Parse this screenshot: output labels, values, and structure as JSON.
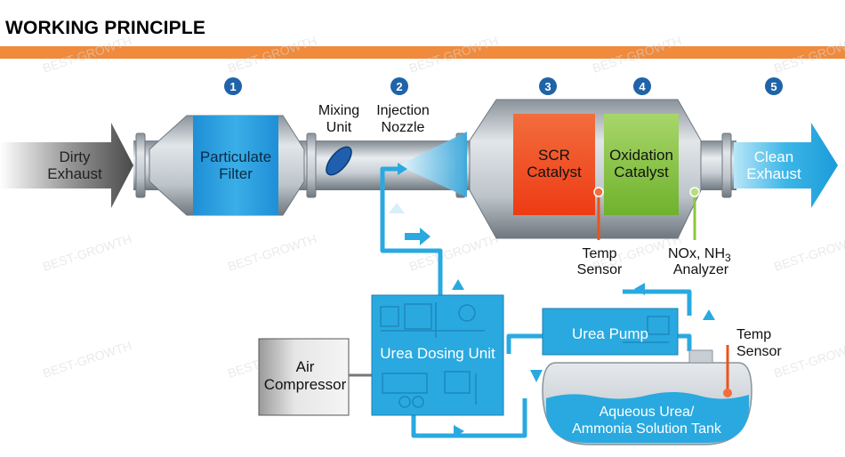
{
  "header": {
    "title": "WORKING PRINCIPLE"
  },
  "steps": [
    "1",
    "2",
    "3",
    "4",
    "5"
  ],
  "labels": {
    "dirty_exhaust": [
      "Dirty",
      "Exhaust"
    ],
    "particulate_filter": [
      "Particulate",
      "Filter"
    ],
    "mixing_unit": [
      "Mixing",
      "Unit"
    ],
    "injection_nozzle": [
      "Injection",
      "Nozzle"
    ],
    "scr_catalyst": [
      "SCR",
      "Catalyst"
    ],
    "oxidation_catalyst": [
      "Oxidation",
      "Catalyst"
    ],
    "clean_exhaust": [
      "Clean",
      "Exhaust"
    ],
    "temp_sensor_top": [
      "Temp",
      "Sensor"
    ],
    "nox_analyzer": [
      "NOx, NH",
      "3",
      "Analyzer"
    ],
    "air_compressor": [
      "Air",
      "Compressor"
    ],
    "urea_dosing_unit": "Urea Dosing Unit",
    "urea_pump": "Urea Pump",
    "temp_sensor_tank": [
      "Temp",
      "Sensor"
    ],
    "tank": [
      "Aqueous Urea/",
      "Ammonia Solution Tank"
    ]
  },
  "watermark": "BEST-GROWTH",
  "colors": {
    "accent_orange": "#f08a3c",
    "step_blue": "#1f63a8",
    "fluid_blue": "#29a9e0",
    "scr_red": "#f04a1c",
    "oxidation_green": "#8cc63f"
  }
}
